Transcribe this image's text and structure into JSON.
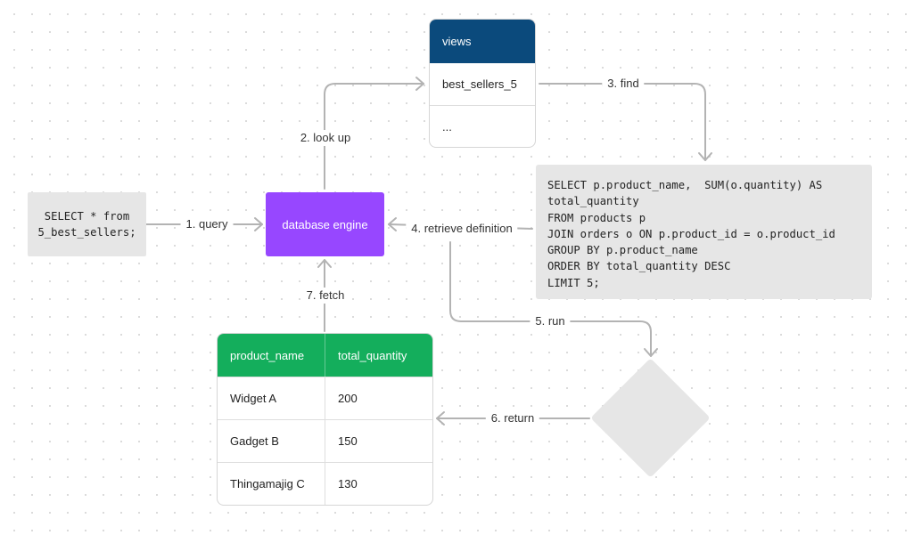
{
  "query": {
    "lines": [
      "SELECT * from",
      "5_best_sellers;"
    ]
  },
  "engine": {
    "label": "database engine"
  },
  "views": {
    "header": "views",
    "items": [
      "best_sellers_5",
      "..."
    ]
  },
  "definition": {
    "lines": [
      "SELECT p.product_name,  SUM(o.quantity) AS",
      "total_quantity",
      "FROM products p",
      "JOIN orders o ON p.product_id = o.product_id",
      "GROUP BY p.product_name",
      "ORDER BY total_quantity DESC",
      "LIMIT 5;"
    ]
  },
  "result": {
    "columns": [
      "product_name",
      "total_quantity"
    ],
    "rows": [
      [
        "Widget A",
        "200"
      ],
      [
        "Gadget B",
        "150"
      ],
      [
        "Thingamajig C",
        "130"
      ]
    ]
  },
  "edges": {
    "query": "1. query",
    "look_up": "2. look up",
    "find": "3. find",
    "retrieve": "4. retrieve definition",
    "run": "5. run",
    "return": "6. return",
    "fetch": "7. fetch"
  },
  "colors": {
    "engine": "#9747ff",
    "views_header": "#0b4a7c",
    "result_header": "#14ae5c",
    "box_fill": "#e6e6e6",
    "connector": "#b3b3b3"
  }
}
